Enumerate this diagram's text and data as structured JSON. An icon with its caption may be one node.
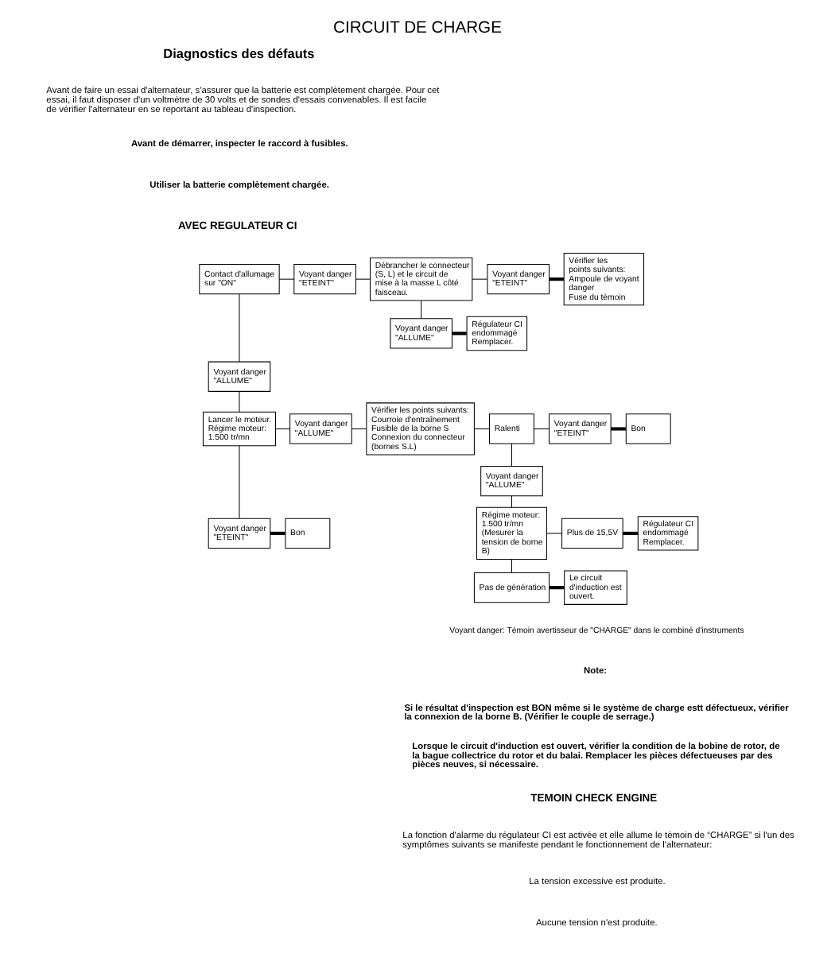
{
  "diagram": {
    "title": "CIRCUIT DE CHARGE",
    "nodes": [
      {
        "text": [
          "Contact d'allumage sur \"ON\""
        ]
      },
      {
        "text": [
          "Voyant danger \"ETEINT\""
        ]
      },
      {
        "text": [
          "Débrancher le connecteur (S, L) et le circuit de mise à la masse L côté faisceau."
        ]
      },
      {
        "text": [
          "Voyant danger \"ETEINT\""
        ]
      },
      {
        "text": [
          "Vérifier les points suivants:",
          "Ampoule de voyant danger",
          "Fuse du témoin"
        ]
      },
      {
        "text": [
          "Voyant danger \"ALLUME\""
        ]
      },
      {
        "text": [
          "Régulateur CI endommagé Remplacer."
        ]
      },
      {
        "text": [
          "Voyant danger \"ALLUME\""
        ]
      },
      {
        "text": [
          "Lancer le moteur. Régime moteur: 1.500 tr/mn"
        ]
      },
      {
        "text": [
          "Voyant danger \"ALLUME\""
        ]
      },
      {
        "text": [
          "Vérifier les points suivants:",
          "Courroie d'entraînement",
          "Fusible de la borne S",
          "Connexion du connecteur (bornes S.L)"
        ]
      },
      {
        "text": [
          "Ralenti"
        ]
      },
      {
        "text": [
          "Voyant danger \"ETEINT\""
        ]
      },
      {
        "text": [
          "Bon"
        ]
      },
      {
        "text": [
          "Voyant danger \"ALLUME\""
        ]
      },
      {
        "text": [
          "Régime moteur: 1.500 tr/mn (Mesurer la tension de borne B)"
        ]
      },
      {
        "text": [
          "Plus de 15,5V"
        ]
      },
      {
        "text": [
          "Régulateur CI endommagé Remplacer."
        ]
      },
      {
        "text": [
          "Pas de génération"
        ]
      },
      {
        "text": [
          "Le circuit d'induction est ouvert."
        ]
      },
      {
        "text": [
          "Voyant danger \"ETEINT\""
        ]
      },
      {
        "text": [
          "Bon"
        ]
      }
    ],
    "edges": [
      {
        "from": 0,
        "to": 1,
        "arrow": "none"
      },
      {
        "from": 1,
        "to": 2,
        "arrow": "none"
      },
      {
        "from": 2,
        "to": 3,
        "arrow": "none"
      },
      {
        "from": 3,
        "to": 4,
        "arrow": "none",
        "style": "thick"
      },
      {
        "from": 2,
        "to": 7,
        "arrow": "none"
      },
      {
        "from": 7,
        "to": 6,
        "arrow": "none",
        "style": "thick"
      },
      {
        "from": 0,
        "to": 5,
        "arrow": "none"
      },
      {
        "from": 5,
        "to": 8,
        "arrow": "none"
      },
      {
        "from": 8,
        "to": 9,
        "arrow": "none"
      },
      {
        "from": 9,
        "to": 10,
        "arrow": "none"
      },
      {
        "from": 10,
        "to": 11,
        "arrow": "none"
      },
      {
        "from": 11,
        "to": 20,
        "arrow": "none"
      },
      {
        "from": 20,
        "to": 21,
        "arrow": "none",
        "style": "thick"
      },
      {
        "from": 11,
        "to": 14,
        "arrow": "none"
      },
      {
        "from": 14,
        "to": 15,
        "arrow": "none"
      },
      {
        "from": 15,
        "to": 16,
        "arrow": "none"
      },
      {
        "from": 16,
        "to": 17,
        "arrow": "none",
        "style": "thick"
      },
      {
        "from": 15,
        "to": 18,
        "arrow": "none"
      },
      {
        "from": 18,
        "to": 19,
        "arrow": "none",
        "style": "thick"
      },
      {
        "from": 8,
        "to": 12,
        "arrow": "none"
      },
      {
        "from": 12,
        "to": 13,
        "arrow": "none",
        "style": "thick"
      }
    ],
    "labels": [
      "Diagnostics des défauts",
      "Avant de faire un essai d'alternateur, s'assurer que la batterie est complètement chargée. Pour cet essai, il faut disposer d'un voltmètre de 30 volts et de sondes d'essais convenables. Il est facile de vérifier l'alternateur en se reportant au tableau d'inspection.",
      "Avant de démarrer, inspecter le raccord à fusibles.",
      "Utiliser la batterie complètement chargée.",
      "AVEC REGULATEUR CI",
      "Voyant danger: Témoin avertisseur de \"CHARGE\" dans le combiné d'instruments",
      "Note:",
      "Si le résultat d'inspection est BON même si le système de charge estt défectueux, vérifier la connexion de la borne B. (Vérifier le couple de serrage.)",
      "Lorsque le circuit d'induction est ouvert, vérifier la condition de la bobine de rotor, de la bague collectrice du rotor et du balai. Remplacer les pièces défectueuses par des pièces neuves, si nécessaire.",
      "TEMOIN CHECK ENGINE",
      "La fonction d'alarme du régulateur CI est activée et elle allume le témoin de “CHARGE” si l'un des symptômes suivants se manifeste pendant le fonctionnement de l'alternateur:",
      "La tension excessive est produite.",
      "Aucune tension n'est produite."
    ]
  }
}
